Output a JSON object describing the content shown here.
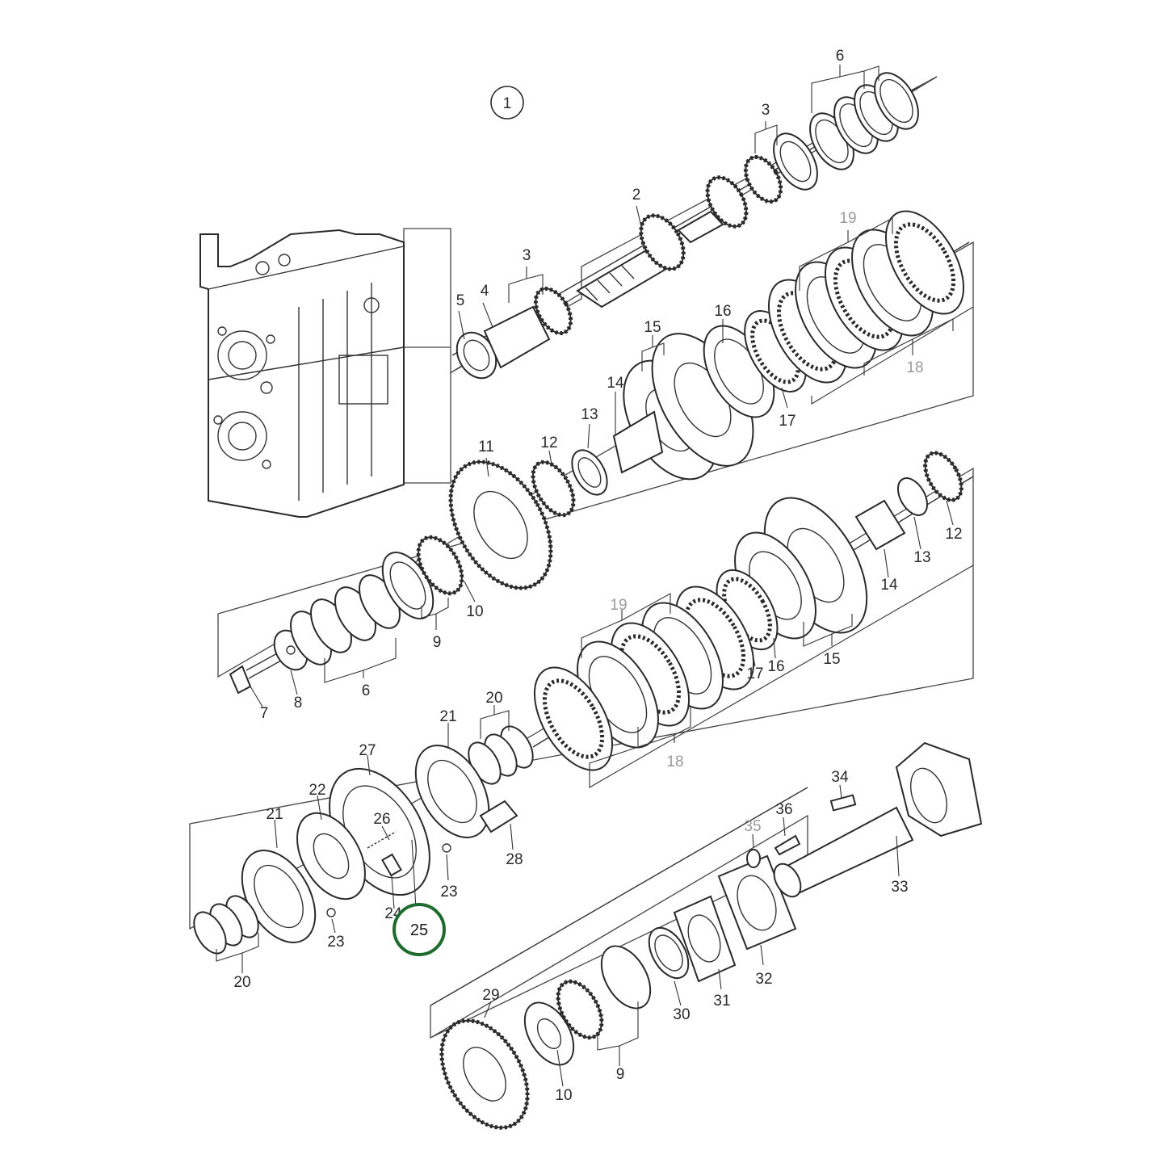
{
  "assembly_marker": "1",
  "highlight": {
    "label": "25",
    "color": "#1e6b2e"
  },
  "labels": {
    "l2": "2",
    "l3a": "3",
    "l3b": "3",
    "l4": "4",
    "l5": "5",
    "l6a": "6",
    "l6b": "6",
    "l7": "7",
    "l8": "8",
    "l9a": "9",
    "l9b": "9",
    "l10a": "10",
    "l10b": "10",
    "l11": "11",
    "l12a": "12",
    "l12b": "12",
    "l13a": "13",
    "l13b": "13",
    "l14a": "14",
    "l14b": "14",
    "l15a": "15",
    "l15b": "15",
    "l16a": "16",
    "l16b": "16",
    "l17a": "17",
    "l17b": "17",
    "l18a": "18",
    "l18b": "18",
    "l19a": "19",
    "l19b": "19",
    "l20a": "20",
    "l20b": "20",
    "l21a": "21",
    "l21b": "21",
    "l22": "22",
    "l23a": "23",
    "l23b": "23",
    "l24": "24",
    "l26": "26",
    "l27": "27",
    "l28": "28",
    "l29": "29",
    "l30": "30",
    "l31": "31",
    "l32": "32",
    "l33": "33",
    "l34": "34",
    "l35": "35",
    "l36": "36"
  },
  "colors": {
    "line": "#2a2a2a",
    "muted_label": "#9a9a9a",
    "highlight_ring": "#1e6b2e"
  }
}
